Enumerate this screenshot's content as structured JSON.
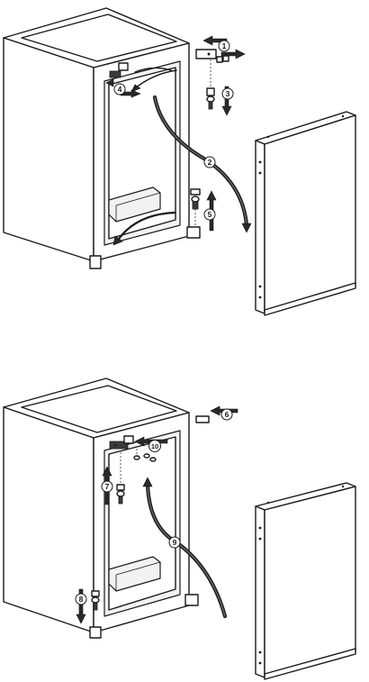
{
  "steps": {
    "s1": "1",
    "s2": "2",
    "s3": "3",
    "s4": "4",
    "s5": "5",
    "s6": "6",
    "s7": "7",
    "s8": "8",
    "s9": "9",
    "s10": "10"
  },
  "icons": [
    "arrow-icon",
    "hinge-icon",
    "screw-icon",
    "cable-icon",
    "door-icon",
    "fridge-cabinet-icon"
  ]
}
